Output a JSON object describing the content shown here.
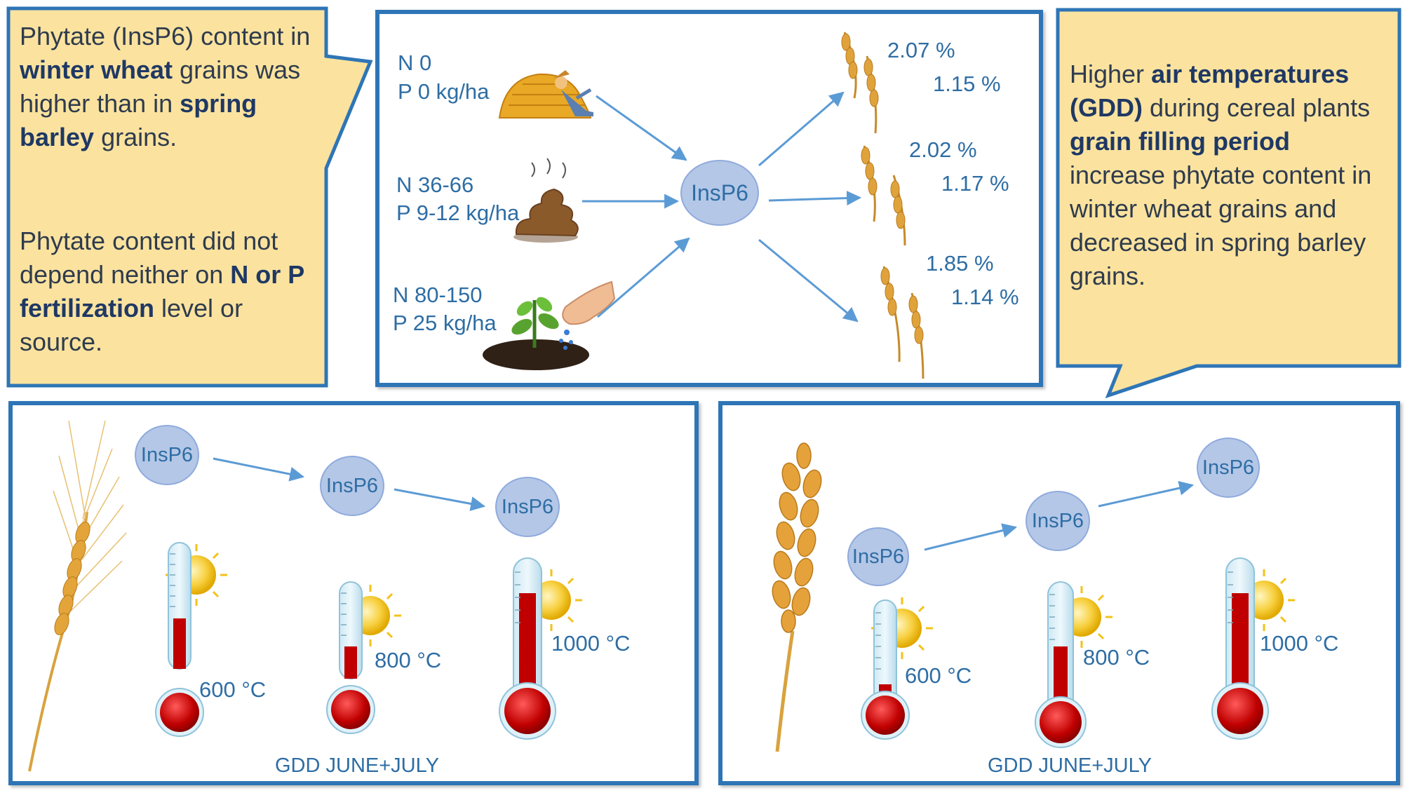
{
  "left_callout": {
    "para1": [
      {
        "t": "Phytate (InsP6) content in ",
        "b": false
      },
      {
        "t": "winter wheat",
        "b": true
      },
      {
        "t": " grains was higher than in ",
        "b": false
      },
      {
        "t": "spring barley",
        "b": true
      },
      {
        "t": " grains.",
        "b": false
      }
    ],
    "para2": [
      {
        "t": "Phytate content did not depend neither on ",
        "b": false
      },
      {
        "t": "N or P fertilization",
        "b": true
      },
      {
        "t": " level or source.",
        "b": false
      }
    ]
  },
  "right_callout": {
    "para1": [
      {
        "t": "Higher ",
        "b": false
      },
      {
        "t": "air temperatures (GDD)",
        "b": true
      },
      {
        "t": " during cereal plants ",
        "b": false
      },
      {
        "t": "grain filling period",
        "b": true
      },
      {
        "t": " increase phytate content in winter wheat grains and decreased in spring barley grains.",
        "b": false
      }
    ]
  },
  "fertilization_panel": {
    "inputs": [
      {
        "n": "N 0",
        "p": "P 0 kg/ha"
      },
      {
        "n": "N 36-66",
        "p": "P 9-12 kg/ha"
      },
      {
        "n": "N 80-150",
        "p": "P 25 kg/ha"
      }
    ],
    "center_node": "InsP6",
    "outputs": [
      {
        "wheat": "2.07 %",
        "barley": "1.15 %"
      },
      {
        "wheat": "2.02 %",
        "barley": "1.17 %"
      },
      {
        "wheat": "1.85 %",
        "barley": "1.14 %"
      }
    ]
  },
  "barley_panel": {
    "nodes": [
      "InsP6",
      "InsP6",
      "InsP6"
    ],
    "temps": [
      "600 °C",
      "800 °C",
      "1000 °C"
    ],
    "footer": "GDD JUNE+JULY"
  },
  "wheat_panel": {
    "nodes": [
      "InsP6",
      "InsP6",
      "InsP6"
    ],
    "temps": [
      "600 °C",
      "800 °C",
      "1000 °C"
    ],
    "footer": "GDD JUNE+JULY"
  },
  "colors": {
    "border": "#2e75b6",
    "callout_fill": "#fbe39f",
    "node_fill": "#b4c7e7",
    "label": "#2e6da4",
    "thermo_red": "#c00000",
    "sun": "#f5c518"
  }
}
